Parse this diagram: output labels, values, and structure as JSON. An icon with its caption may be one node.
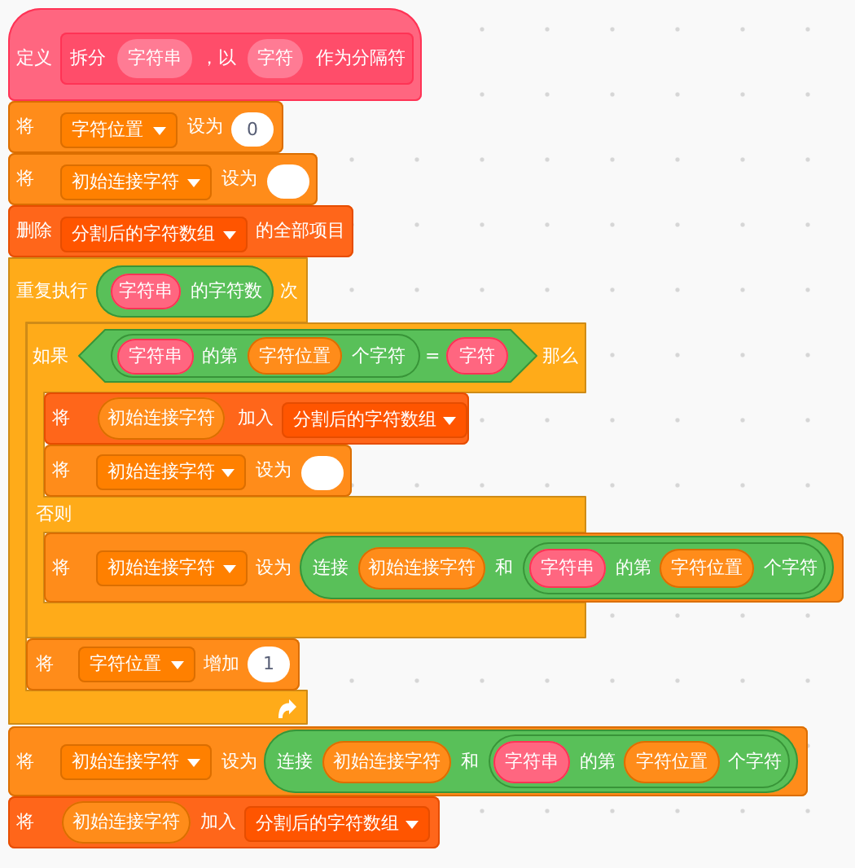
{
  "diagram": {
    "nodes": [
      {
        "text": [
          "定义"
        ]
      },
      {
        "text": [
          "拆分",
          "，以",
          "作为分隔符"
        ],
        "in": 0
      },
      {
        "text": [
          "字符串"
        ],
        "in": 1
      },
      {
        "text": [
          "字符"
        ],
        "in": 1
      },
      {
        "text": [
          "将",
          "设为"
        ]
      },
      {
        "text": [
          "字符位置"
        ],
        "in": 4
      },
      {
        "text": [
          "0"
        ],
        "in": 4
      },
      {
        "text": [
          "将",
          "设为"
        ]
      },
      {
        "text": [
          "初始连接字符"
        ],
        "in": 7
      },
      {
        "text": [],
        "shape": "oval",
        "in": 7
      },
      {
        "text": [
          "删除",
          "的全部项目"
        ]
      },
      {
        "text": [
          "分割后的字符数组"
        ],
        "in": 10
      },
      {
        "text": [
          "重复执行",
          "次"
        ]
      },
      {
        "text": [
          "的字符数"
        ],
        "in": 12
      },
      {
        "text": [
          "字符串"
        ],
        "in": 13
      },
      {
        "text": [
          "如果",
          "那么",
          "否则"
        ]
      },
      {
        "text": [
          "="
        ],
        "in": 15
      },
      {
        "text": [
          "的第",
          "个字符"
        ],
        "in": 16
      },
      {
        "text": [
          "字符串"
        ],
        "in": 17
      },
      {
        "text": [
          "字符位置"
        ],
        "in": 17
      },
      {
        "text": [
          "字符"
        ],
        "in": 16
      },
      {
        "text": [
          "将",
          "加入"
        ],
        "in": 15
      },
      {
        "text": [
          "初始连接字符"
        ],
        "in": 21
      },
      {
        "text": [
          "分割后的字符数组"
        ],
        "in": 21
      },
      {
        "text": [
          "将",
          "设为"
        ],
        "in": 15
      },
      {
        "text": [
          "初始连接字符"
        ],
        "in": 24
      },
      {
        "text": [],
        "shape": "oval",
        "in": 24
      },
      {
        "text": [
          "将",
          "设为"
        ]
      },
      {
        "text": [
          "初始连接字符"
        ],
        "in": 27
      },
      {
        "text": [
          "连接",
          "和"
        ],
        "in": 27
      },
      {
        "text": [
          "初始连接字符"
        ],
        "in": 29
      },
      {
        "text": [
          "的第",
          "个字符"
        ],
        "in": 29
      },
      {
        "text": [
          "字符串"
        ],
        "in": 31
      },
      {
        "text": [
          "字符位置"
        ],
        "in": 31
      },
      {
        "text": [
          "将",
          "增加"
        ],
        "in": 12
      },
      {
        "text": [
          "字符位置"
        ],
        "in": 34
      },
      {
        "text": [
          "1"
        ],
        "in": 34
      },
      {
        "text": [
          "将",
          "设为"
        ]
      },
      {
        "text": [
          "初始连接字符"
        ],
        "in": 37
      },
      {
        "text": [
          "连接",
          "和"
        ],
        "in": 37
      },
      {
        "text": [
          "初始连接字符"
        ],
        "in": 39
      },
      {
        "text": [
          "的第",
          "个字符"
        ],
        "in": 39
      },
      {
        "text": [
          "字符串"
        ],
        "in": 41
      },
      {
        "text": [
          "字符位置"
        ],
        "in": 41
      },
      {
        "text": [
          "将",
          "加入"
        ]
      },
      {
        "text": [
          "初始连接字符"
        ],
        "in": 44
      },
      {
        "text": [
          "分割后的字符数组"
        ],
        "in": 44
      }
    ]
  }
}
